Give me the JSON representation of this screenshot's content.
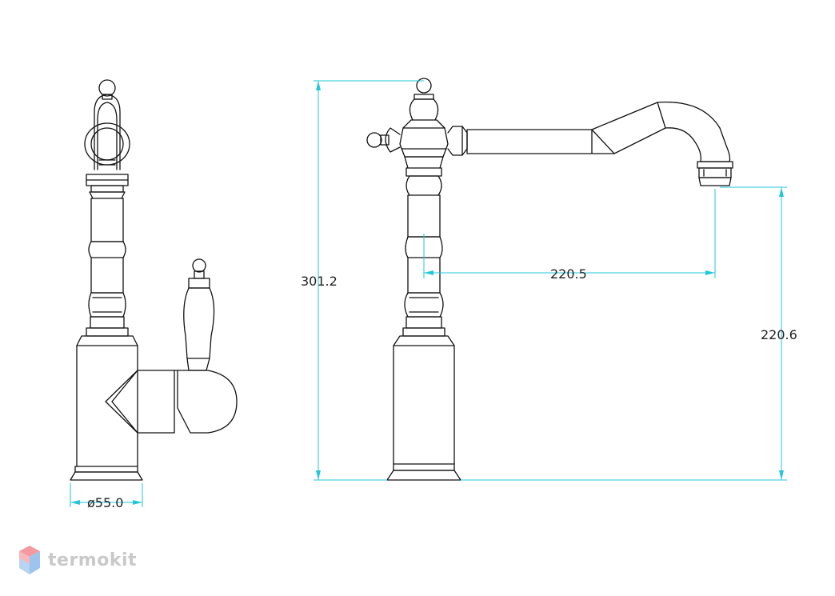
{
  "dimensions": {
    "base_diameter": "ø55.0",
    "total_height": "301.2",
    "spout_reach": "220.5",
    "spout_height": "220.6"
  },
  "watermark": {
    "brand": "termokit"
  },
  "colors": {
    "line": "#111111",
    "dimension": "#22c7d9",
    "watermark": "#c9c9c9",
    "logo_top": "#f29aa0",
    "logo_side": "#9ec4ee"
  }
}
